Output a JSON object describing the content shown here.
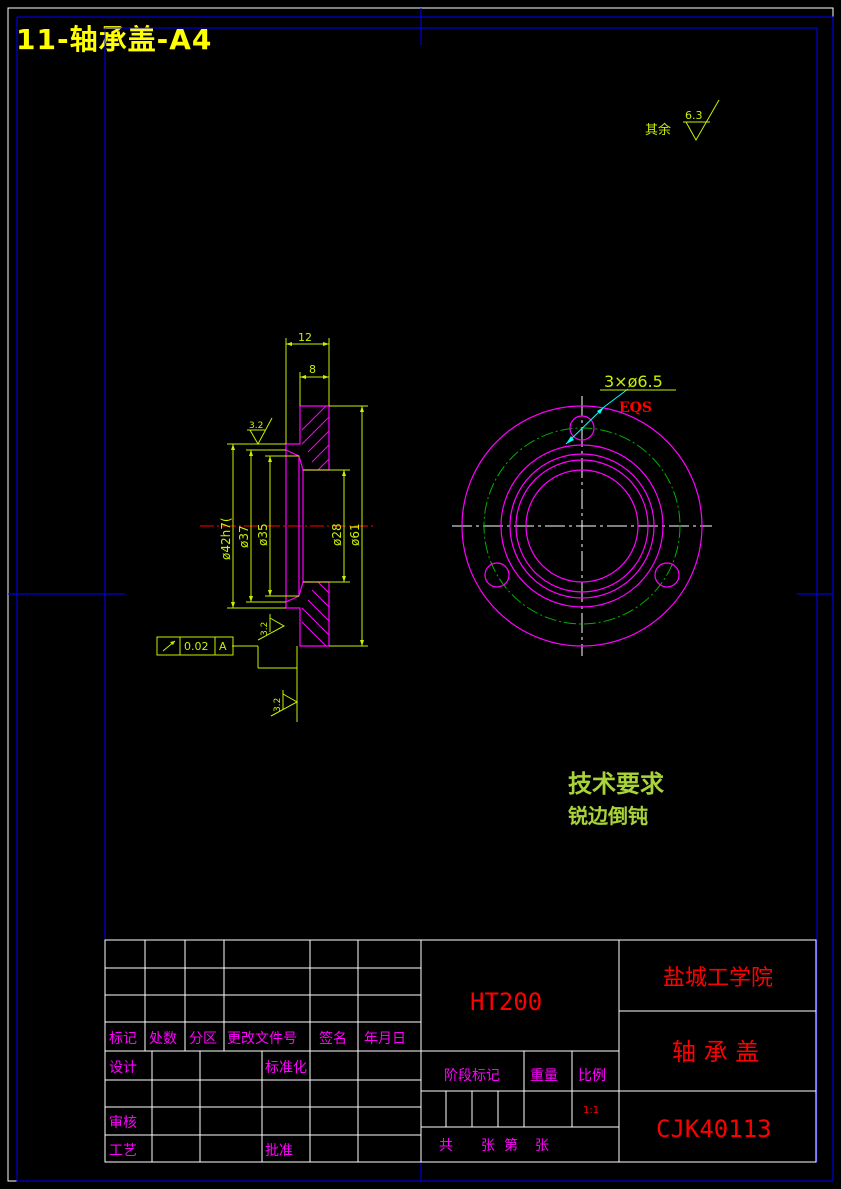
{
  "sheet": {
    "title": "11-轴承盖-A4",
    "roughness_note": {
      "prefix": "其余",
      "value": "6.3"
    }
  },
  "section_view": {
    "dims": {
      "width_total": "12",
      "width_flange": "8",
      "d_42": "ø42h7(",
      "d_37": "ø37",
      "d_35": "ø35",
      "d_28": "ø28",
      "d_61": "ø61"
    },
    "roughness": [
      "3.2",
      "3.2",
      "3.2"
    ],
    "runout_tolerance": {
      "value": "0.02",
      "datum": "A"
    }
  },
  "end_view": {
    "hole_callout": "3×ø6.5",
    "eqs_label": "EQS"
  },
  "tech_requirements": {
    "heading": "技术要求",
    "items": [
      "锐边倒钝"
    ]
  },
  "title_block": {
    "revision_headers": [
      "标记",
      "处数",
      "分区",
      "更改文件号",
      "签名",
      "年月日"
    ],
    "roles": {
      "design": "设计",
      "standardize": "标准化",
      "review": "审核",
      "process": "工艺",
      "approve": "批准"
    },
    "material": "HT200",
    "stage_label": "阶段标记",
    "weight_label": "重量",
    "scale_label": "比例",
    "scale_value": "1:1",
    "sheet_count": [
      "共",
      "张",
      "第",
      "张"
    ],
    "company": "盐城工学院",
    "part_name": "轴 承 盖",
    "drawing_no": "CJK40113"
  },
  "colors": {
    "frame": "#ffffff",
    "blue_frame": "#0000ff",
    "dimension": "#c8f000",
    "outline": "#ff00ff",
    "center": "#ffffff",
    "pitch_circle": "#00b000",
    "cyan": "#00ffff",
    "red": "#ff0000",
    "tech_text": "#a8d43a"
  }
}
